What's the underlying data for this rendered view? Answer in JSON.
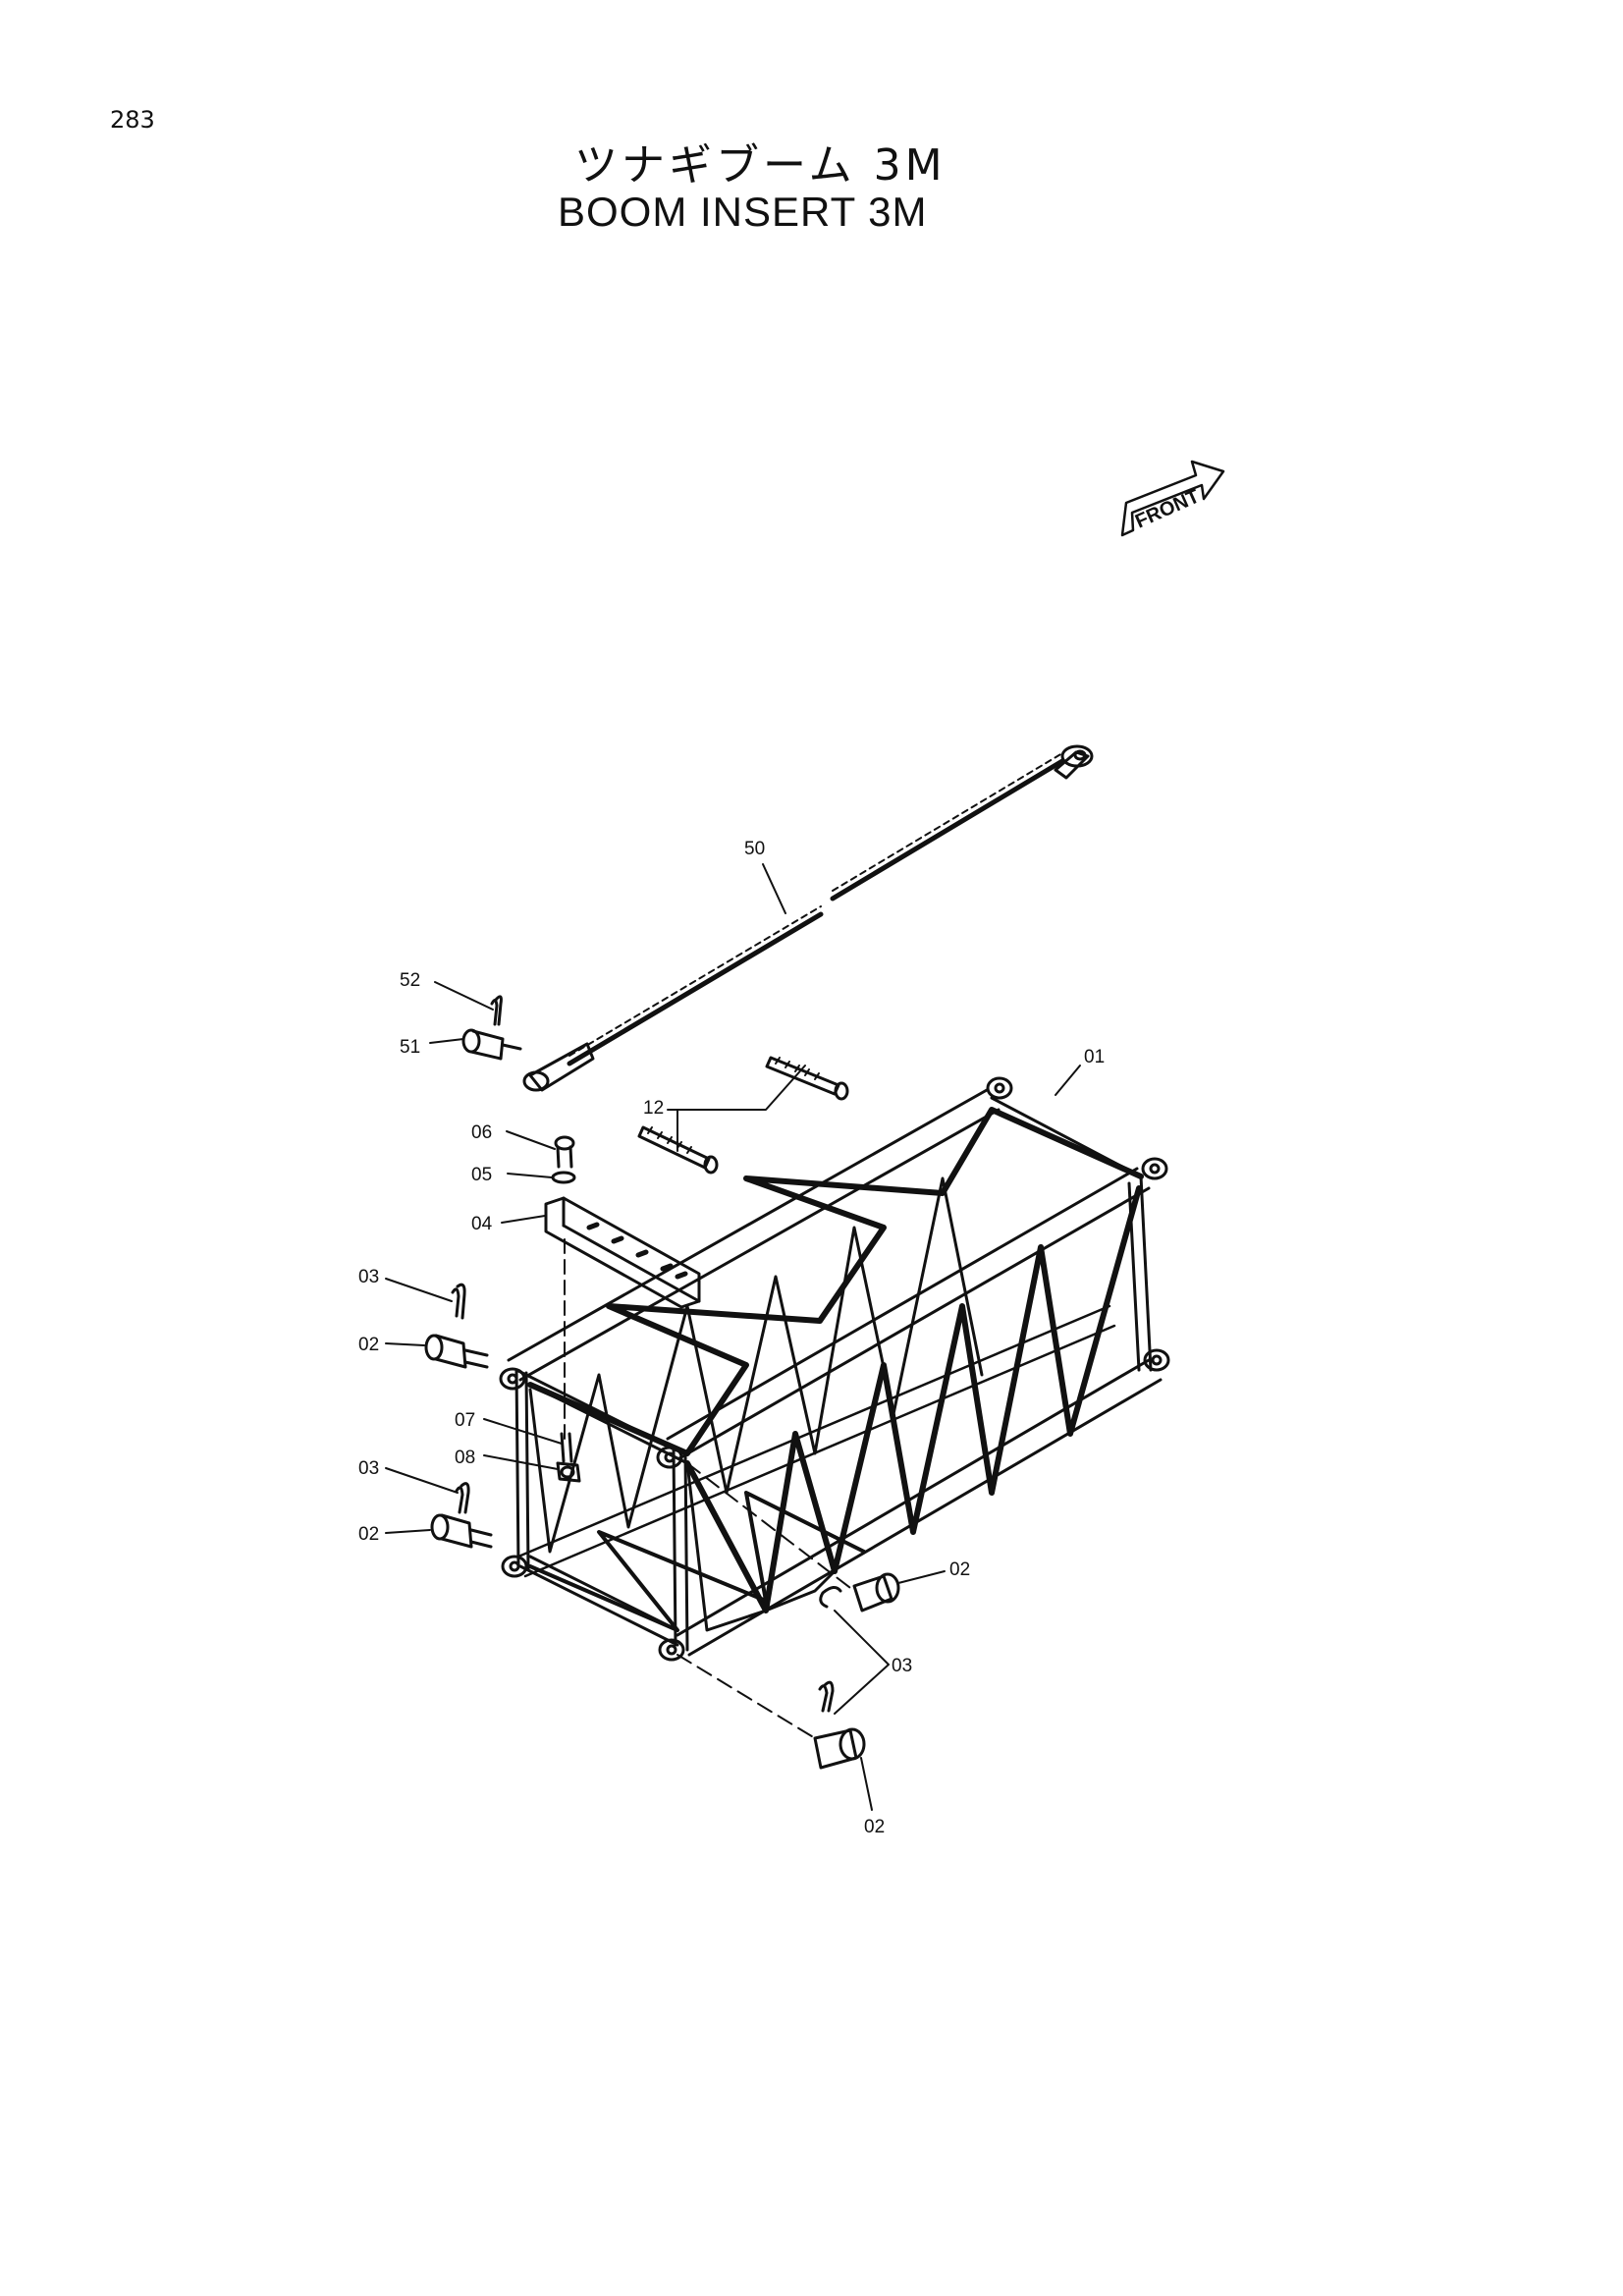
{
  "page_number": "283",
  "title_jp": "ツナギブーム 3M",
  "title_en": "BOOM INSERT 3M",
  "front_label": "FRONT",
  "callouts": {
    "p01": "01",
    "p02a": "02",
    "p02b": "02",
    "p02c": "02",
    "p02d": "02",
    "p03a": "03",
    "p03b": "03",
    "p03c": "03",
    "p04": "04",
    "p05": "05",
    "p06": "06",
    "p07": "07",
    "p08": "08",
    "p12": "12",
    "p50": "50",
    "p51": "51",
    "p52": "52"
  }
}
